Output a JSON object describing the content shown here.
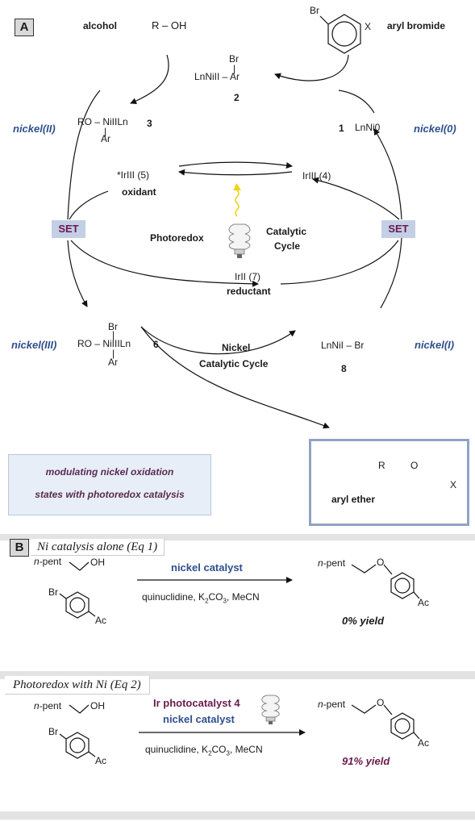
{
  "panel_a": {
    "tag": "A",
    "alcohol_label": "alcohol",
    "alcohol_formula": "R – OH",
    "aryl_bromide_label": "aryl bromide",
    "aryl_br": "Br",
    "aryl_x": "X",
    "c2_br": "Br",
    "c2_formula": "LnNiII – Ar",
    "c2_num": "2",
    "c3_formula": "RO – NiIILn",
    "c3_ar": "Ar",
    "c3_num": "3",
    "c1_num": "1",
    "c1_formula": "LnNi0",
    "ni2_label": "nickel(II)",
    "ni0_label": "nickel(0)",
    "ir5": "*IrIII (5)",
    "ir5_role": "oxidant",
    "ir4": "IrIII (4)",
    "set_left": "SET",
    "set_right": "SET",
    "photoredox": "Photoredox",
    "catalytic": "Catalytic",
    "cycle": "Cycle",
    "ir7": "IrII (7)",
    "ir7_role": "reductant",
    "ni3_label": "nickel(III)",
    "ni1_label": "nickel(I)",
    "c6_br": "Br",
    "c6_formula": "RO – NiIIILn",
    "c6_ar": "Ar",
    "c6_num": "6",
    "nickel_cycle_1": "Nickel",
    "nickel_cycle_2": "Catalytic Cycle",
    "c8_formula": "LnNiI – Br",
    "c8_num": "8",
    "modulating_1": "modulating nickel oxidation",
    "modulating_2": "states with photoredox catalysis",
    "ether_r": "R",
    "ether_o": "O",
    "ether_x": "X",
    "ether_label": "aryl ether"
  },
  "panel_b": {
    "tag": "B",
    "eq1_title": "Ni catalysis alone (Eq 1)",
    "eq1_npent": "n-pent",
    "eq1_oh": "OH",
    "eq1_br": "Br",
    "eq1_ac": "Ac",
    "eq1_catalyst": "nickel catalyst",
    "eq1_conditions": "quinuclidine, K2CO3, MeCN",
    "eq1_prod_npent": "n-pent",
    "eq1_prod_o": "O",
    "eq1_prod_ac": "Ac",
    "eq1_yield": "0% yield",
    "eq2_title": "Photoredox with Ni (Eq 2)",
    "eq2_npent": "n-pent",
    "eq2_oh": "OH",
    "eq2_br": "Br",
    "eq2_ac": "Ac",
    "eq2_photocat": "Ir photocatalyst 4",
    "eq2_catalyst": "nickel catalyst",
    "eq2_conditions": "quinuclidine, K2CO3, MeCN",
    "eq2_prod_npent": "n-pent",
    "eq2_prod_o": "O",
    "eq2_prod_ac": "Ac",
    "eq2_yield": "91% yield"
  },
  "colors": {
    "nickel_label": "#2e4f8f",
    "set_text": "#6a1b4d",
    "set_bg": "#c3cfe5",
    "light_arrow": "#f2d31c",
    "ether_bond": "#7a1a4a"
  },
  "icons": [
    "cfl-bulb-icon",
    "light-wave-icon"
  ]
}
